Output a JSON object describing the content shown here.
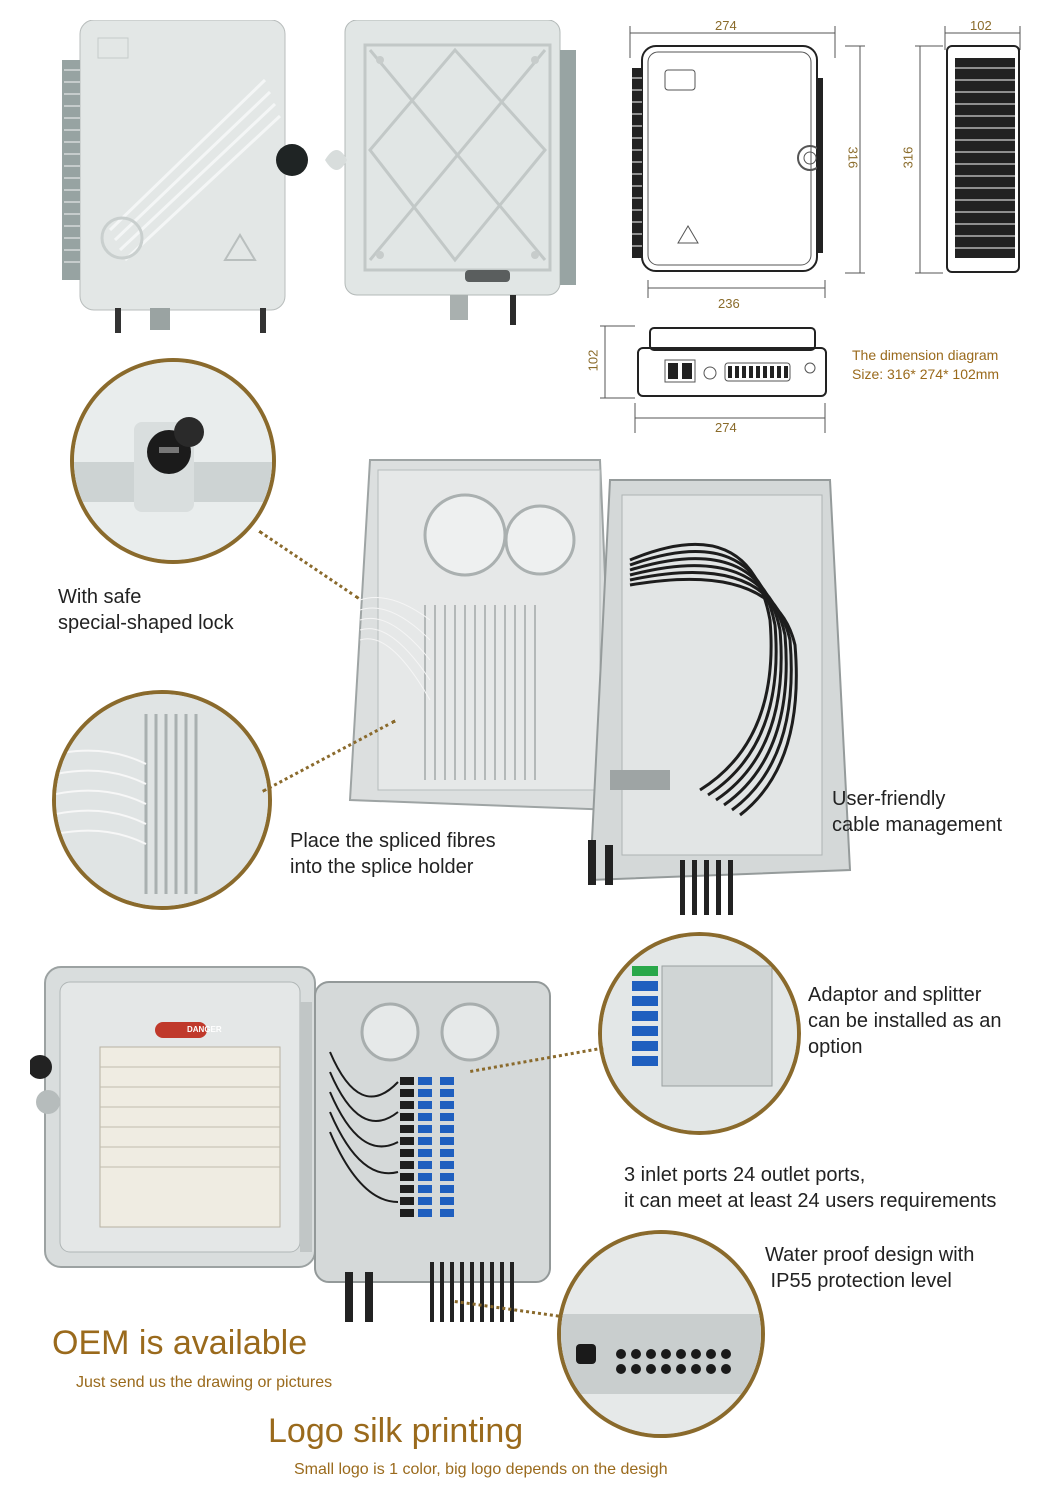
{
  "dimensions": {
    "front_width": "274",
    "front_height": "316",
    "side_width": "102",
    "side_height": "316",
    "bottom_inner_width": "236",
    "bottom_depth": "102",
    "bottom_width": "274"
  },
  "dimension_caption": {
    "title": "The dimension diagram",
    "size": "Size: 316* 274* 102mm"
  },
  "features": {
    "lock": {
      "line1": "With safe",
      "line2": "special-shaped lock"
    },
    "splice": {
      "line1": "Place the spliced fibres",
      "line2": "into the splice holder"
    },
    "cable": {
      "line1": "User-friendly",
      "line2": "cable management"
    },
    "adaptor": {
      "line1": "Adaptor and splitter",
      "line2": "can be installed as an",
      "line3": "option"
    },
    "ports": {
      "line1": "3 inlet ports 24 outlet ports,",
      "line2": "it can meet at least 24 users requirements"
    },
    "waterproof": {
      "line1": "Water proof design with",
      "line2": " IP55 protection level"
    }
  },
  "oem": {
    "title": "OEM is available",
    "subtitle": "Just send us the drawing or pictures"
  },
  "logo": {
    "title": "Logo silk printing",
    "subtitle": "Small logo is 1 color, big logo depends on the desigh"
  },
  "label_danger": "DANGER",
  "colors": {
    "accent_gold": "#9a6a1c",
    "box_grey": "#d9dcdb"
  }
}
